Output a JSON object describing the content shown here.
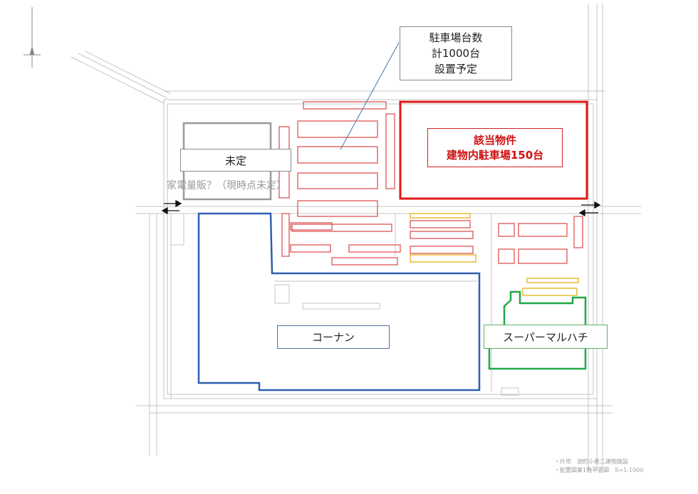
{
  "callouts": {
    "parking_note": "駐車場台数\n計1000台\n設置予定",
    "undecided": "未定",
    "target_property": "該当物件\n建物内駐車場150台",
    "konan": "コーナン",
    "supermarket": "スーパーマルハチ"
  },
  "faint_text": {
    "appliance_store": "家電量販？（現時点未定）",
    "drawing_title": "・片市　池町小巻二建物施設\n・配置図兼1階平面図　S=1:1000"
  },
  "colors": {
    "target_outline": "#e01818",
    "undecided_outline": "#9a9a9a",
    "konan_outline": "#2f5fb0",
    "supermarket_outline": "#20a848",
    "parking_lines": "#e06060",
    "parking_yellow": "#e8c040"
  }
}
